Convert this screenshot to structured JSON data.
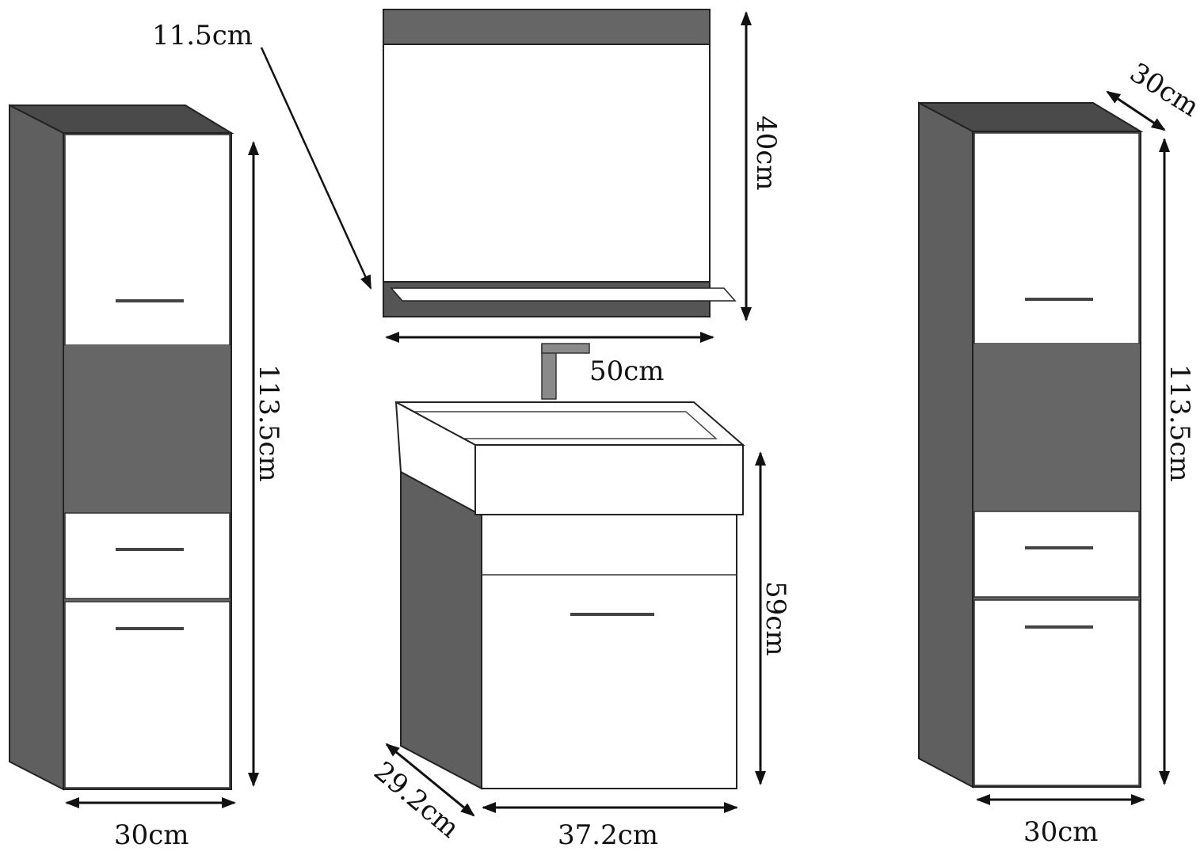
{
  "colors": {
    "panel": "#666666",
    "panel_dark": "#555555",
    "side": "#5f5f5f",
    "top": "#4a4a4a",
    "white": "#ffffff",
    "outline": "#222222",
    "arrow": "#111111"
  },
  "labels": {
    "mirror_depth": "11.5cm",
    "mirror_height": "40cm",
    "mirror_width": "50cm",
    "left_cabinet_height": "113.5cm",
    "left_cabinet_width": "30cm",
    "right_cabinet_depth": "30cm",
    "right_cabinet_height": "113.5cm",
    "right_cabinet_width": "30cm",
    "vanity_height": "59cm",
    "vanity_depth": "29.2cm",
    "vanity_width": "37.2cm"
  }
}
